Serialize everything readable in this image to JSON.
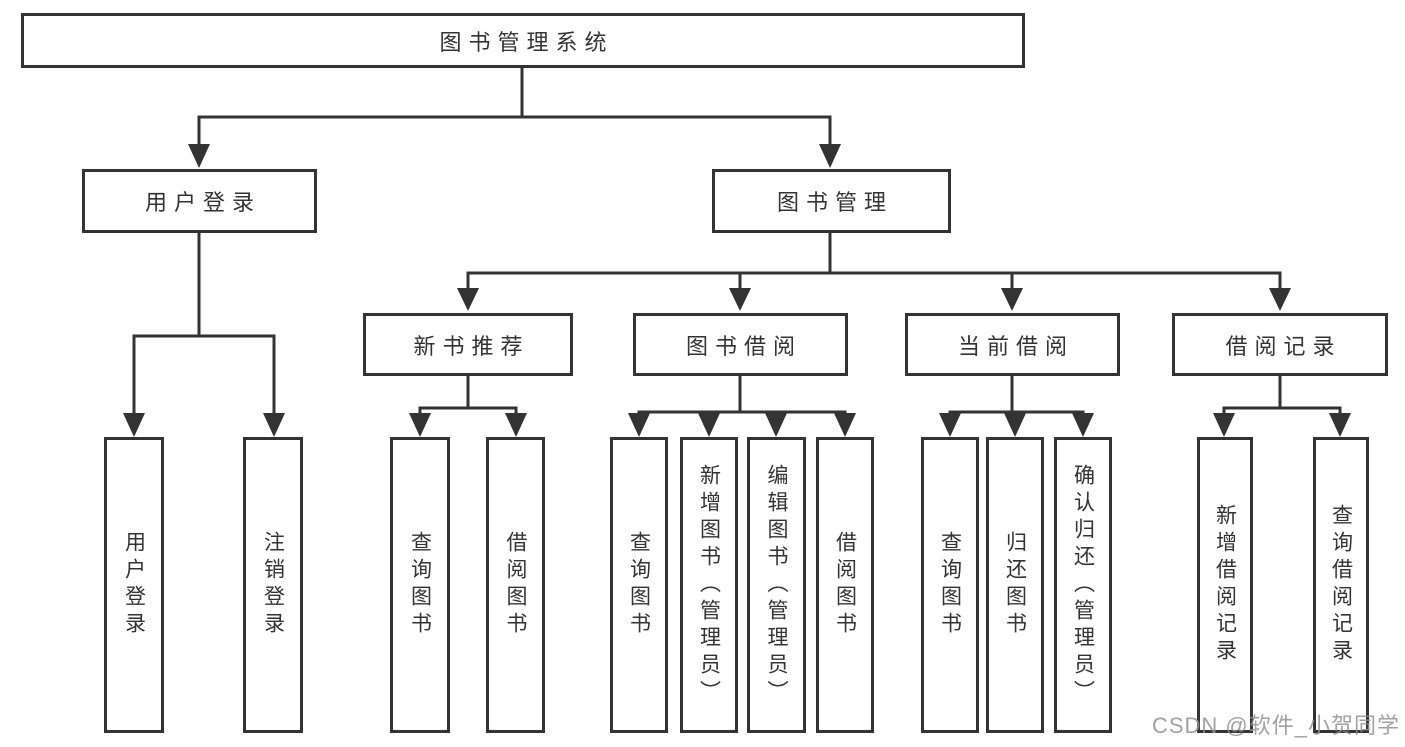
{
  "diagram": {
    "tree": {
      "label": "图书管理系统",
      "children": [
        {
          "label": "用户登录",
          "children": [
            {
              "label": "用户登录"
            },
            {
              "label": "注销登录"
            }
          ]
        },
        {
          "label": "图书管理",
          "children": [
            {
              "label": "新书推荐",
              "children": [
                {
                  "label": "查询图书"
                },
                {
                  "label": "借阅图书"
                }
              ]
            },
            {
              "label": "图书借阅",
              "children": [
                {
                  "label": "查询图书"
                },
                {
                  "label": "新增图书（管理员）"
                },
                {
                  "label": "编辑图书（管理员）"
                },
                {
                  "label": "借阅图书"
                }
              ]
            },
            {
              "label": "当前借阅",
              "children": [
                {
                  "label": "查询图书"
                },
                {
                  "label": "归还图书"
                },
                {
                  "label": "确认归还（管理员）"
                }
              ]
            },
            {
              "label": "借阅记录",
              "children": [
                {
                  "label": "新增借阅记录"
                },
                {
                  "label": "查询借阅记录"
                }
              ]
            }
          ]
        }
      ]
    },
    "colors": {
      "line": "#333333",
      "text": "#333333",
      "background": "#ffffff",
      "watermark": "#919191"
    }
  },
  "watermark": "CSDN @软件_小贺同学"
}
